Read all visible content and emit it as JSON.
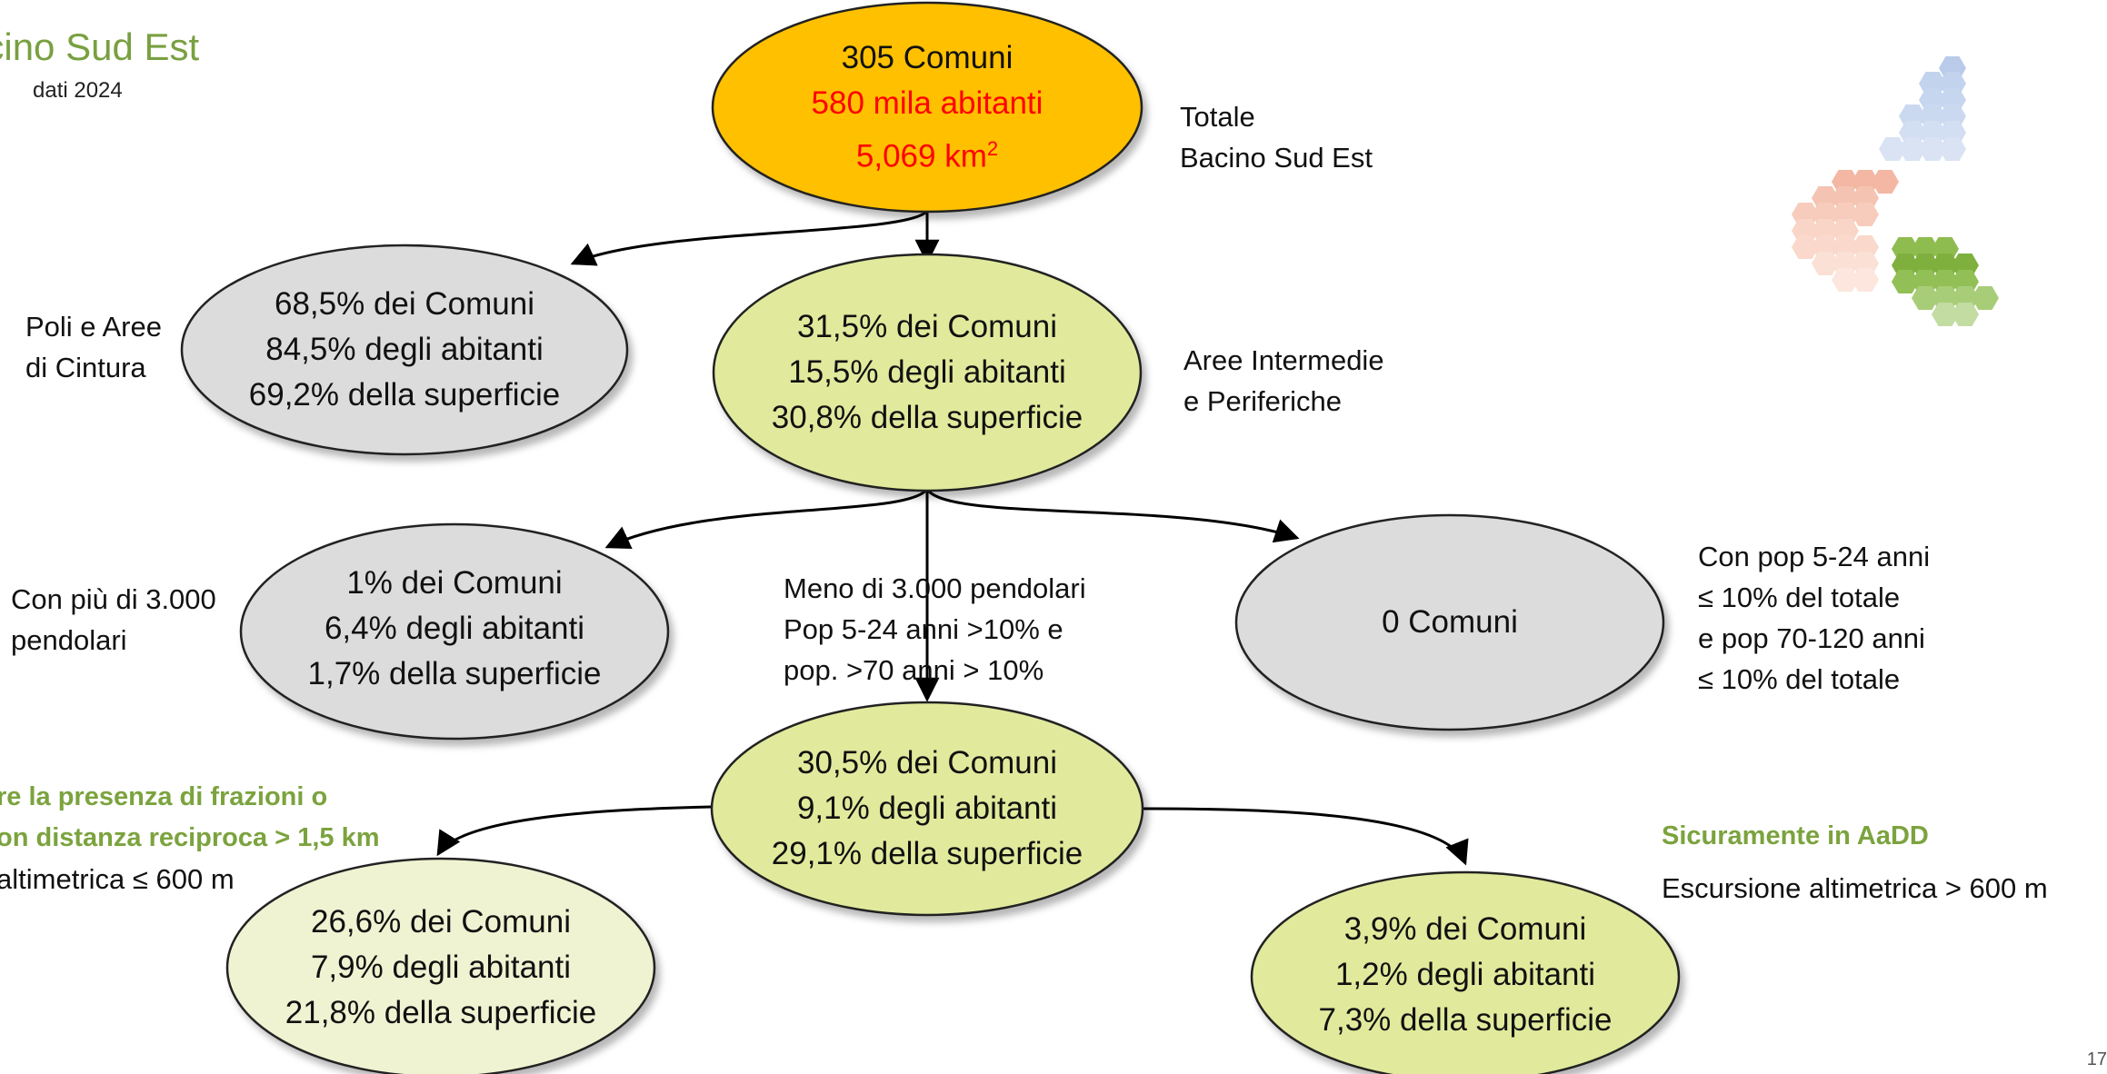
{
  "header": {
    "title": "acino Sud Est",
    "subtitle": "dati 2024"
  },
  "colors": {
    "root_fill": "#ffc000",
    "green_fill": "#e1ea9c",
    "gray_fill": "#dcdcdc",
    "light_green_fill": "#f0f3d2",
    "accent_green": "#7ba33e",
    "highlight_red": "#ff0000"
  },
  "nodes": {
    "root": {
      "line1": "305 Comuni",
      "line2": "580 mila abitanti",
      "line3": "5,069 km",
      "sup": "2"
    },
    "poli": {
      "line1": "68,5% dei Comuni",
      "line2": "84,5% degli abitanti",
      "line3": "69,2% della superficie"
    },
    "intermedie": {
      "line1": "31,5% dei Comuni",
      "line2": "15,5% degli abitanti",
      "line3": "30,8% della superficie"
    },
    "piu3000": {
      "line1": "1% dei Comuni",
      "line2": "6,4% degli abitanti",
      "line3": "1,7% della superficie"
    },
    "zero": {
      "line1": "0 Comuni"
    },
    "center": {
      "line1": "30,5% dei Comuni",
      "line2": "9,1% degli abitanti",
      "line3": "29,1% della superficie"
    },
    "bottom_left": {
      "line1": "26,6% dei Comuni",
      "line2": "7,9% degli abitanti",
      "line3": "21,8% della superficie"
    },
    "bottom_right": {
      "line1": "3,9% dei Comuni",
      "line2": "1,2% degli abitanti",
      "line3": "7,3% della superficie"
    }
  },
  "labels": {
    "totale": {
      "line1": "Totale",
      "line2": "Bacino Sud Est"
    },
    "poli": {
      "line1": "Poli e Aree",
      "line2": "di Cintura"
    },
    "intermedie": {
      "line1": "Aree Intermedie",
      "line2": "e Periferiche"
    },
    "piu3000": {
      "line1": "Con più di 3.000",
      "line2": "pendolari"
    },
    "meno3000": {
      "line1": "Meno di 3.000 pendolari",
      "line2": "Pop 5-24 anni >10% e",
      "line3": "pop. >70 anni > 10%"
    },
    "pop": {
      "line1": "Con pop 5-24 anni",
      "line2": "≤ 10% del totale",
      "line3": "e pop 70-120 anni",
      "line4": "≤ 10% del totale"
    },
    "frazioni": {
      "line1": "re la presenza di frazioni o",
      "line2": "on distanza reciproca > 1,5 km",
      "line3": "altimetrica ≤ 600 m"
    },
    "aadd": {
      "line1": "Sicuramente in AaDD",
      "line2": "Escursione altimetrica > 600 m"
    }
  },
  "page_number": "17"
}
